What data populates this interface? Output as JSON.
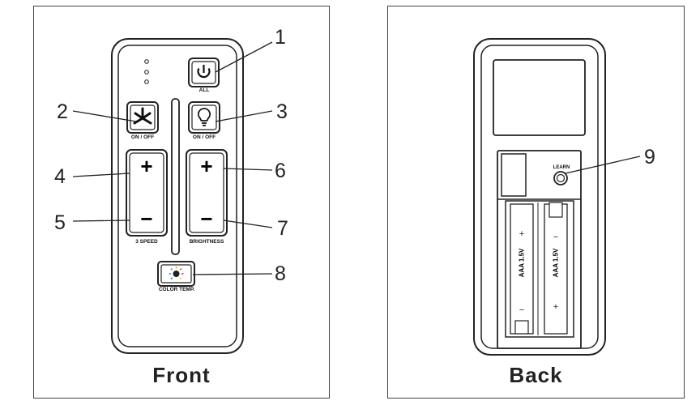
{
  "front": {
    "caption": "Front",
    "buttons": {
      "power_label": "ALL",
      "fan_label": "ON / OFF",
      "light_label": "ON / OFF",
      "speed_label": "3  SPEED",
      "brightness_label": "BRIGHTNESS",
      "color_temp_label": "COLOR TEMP.",
      "plus_glyph": "+",
      "minus_glyph": "−"
    }
  },
  "back": {
    "caption": "Back",
    "learn_label": "LEARN",
    "battery_1": "AAA 1.5V",
    "battery_2": "AAA 1.5V"
  },
  "callouts": [
    "1",
    "2",
    "3",
    "4",
    "5",
    "6",
    "7",
    "8",
    "9"
  ]
}
